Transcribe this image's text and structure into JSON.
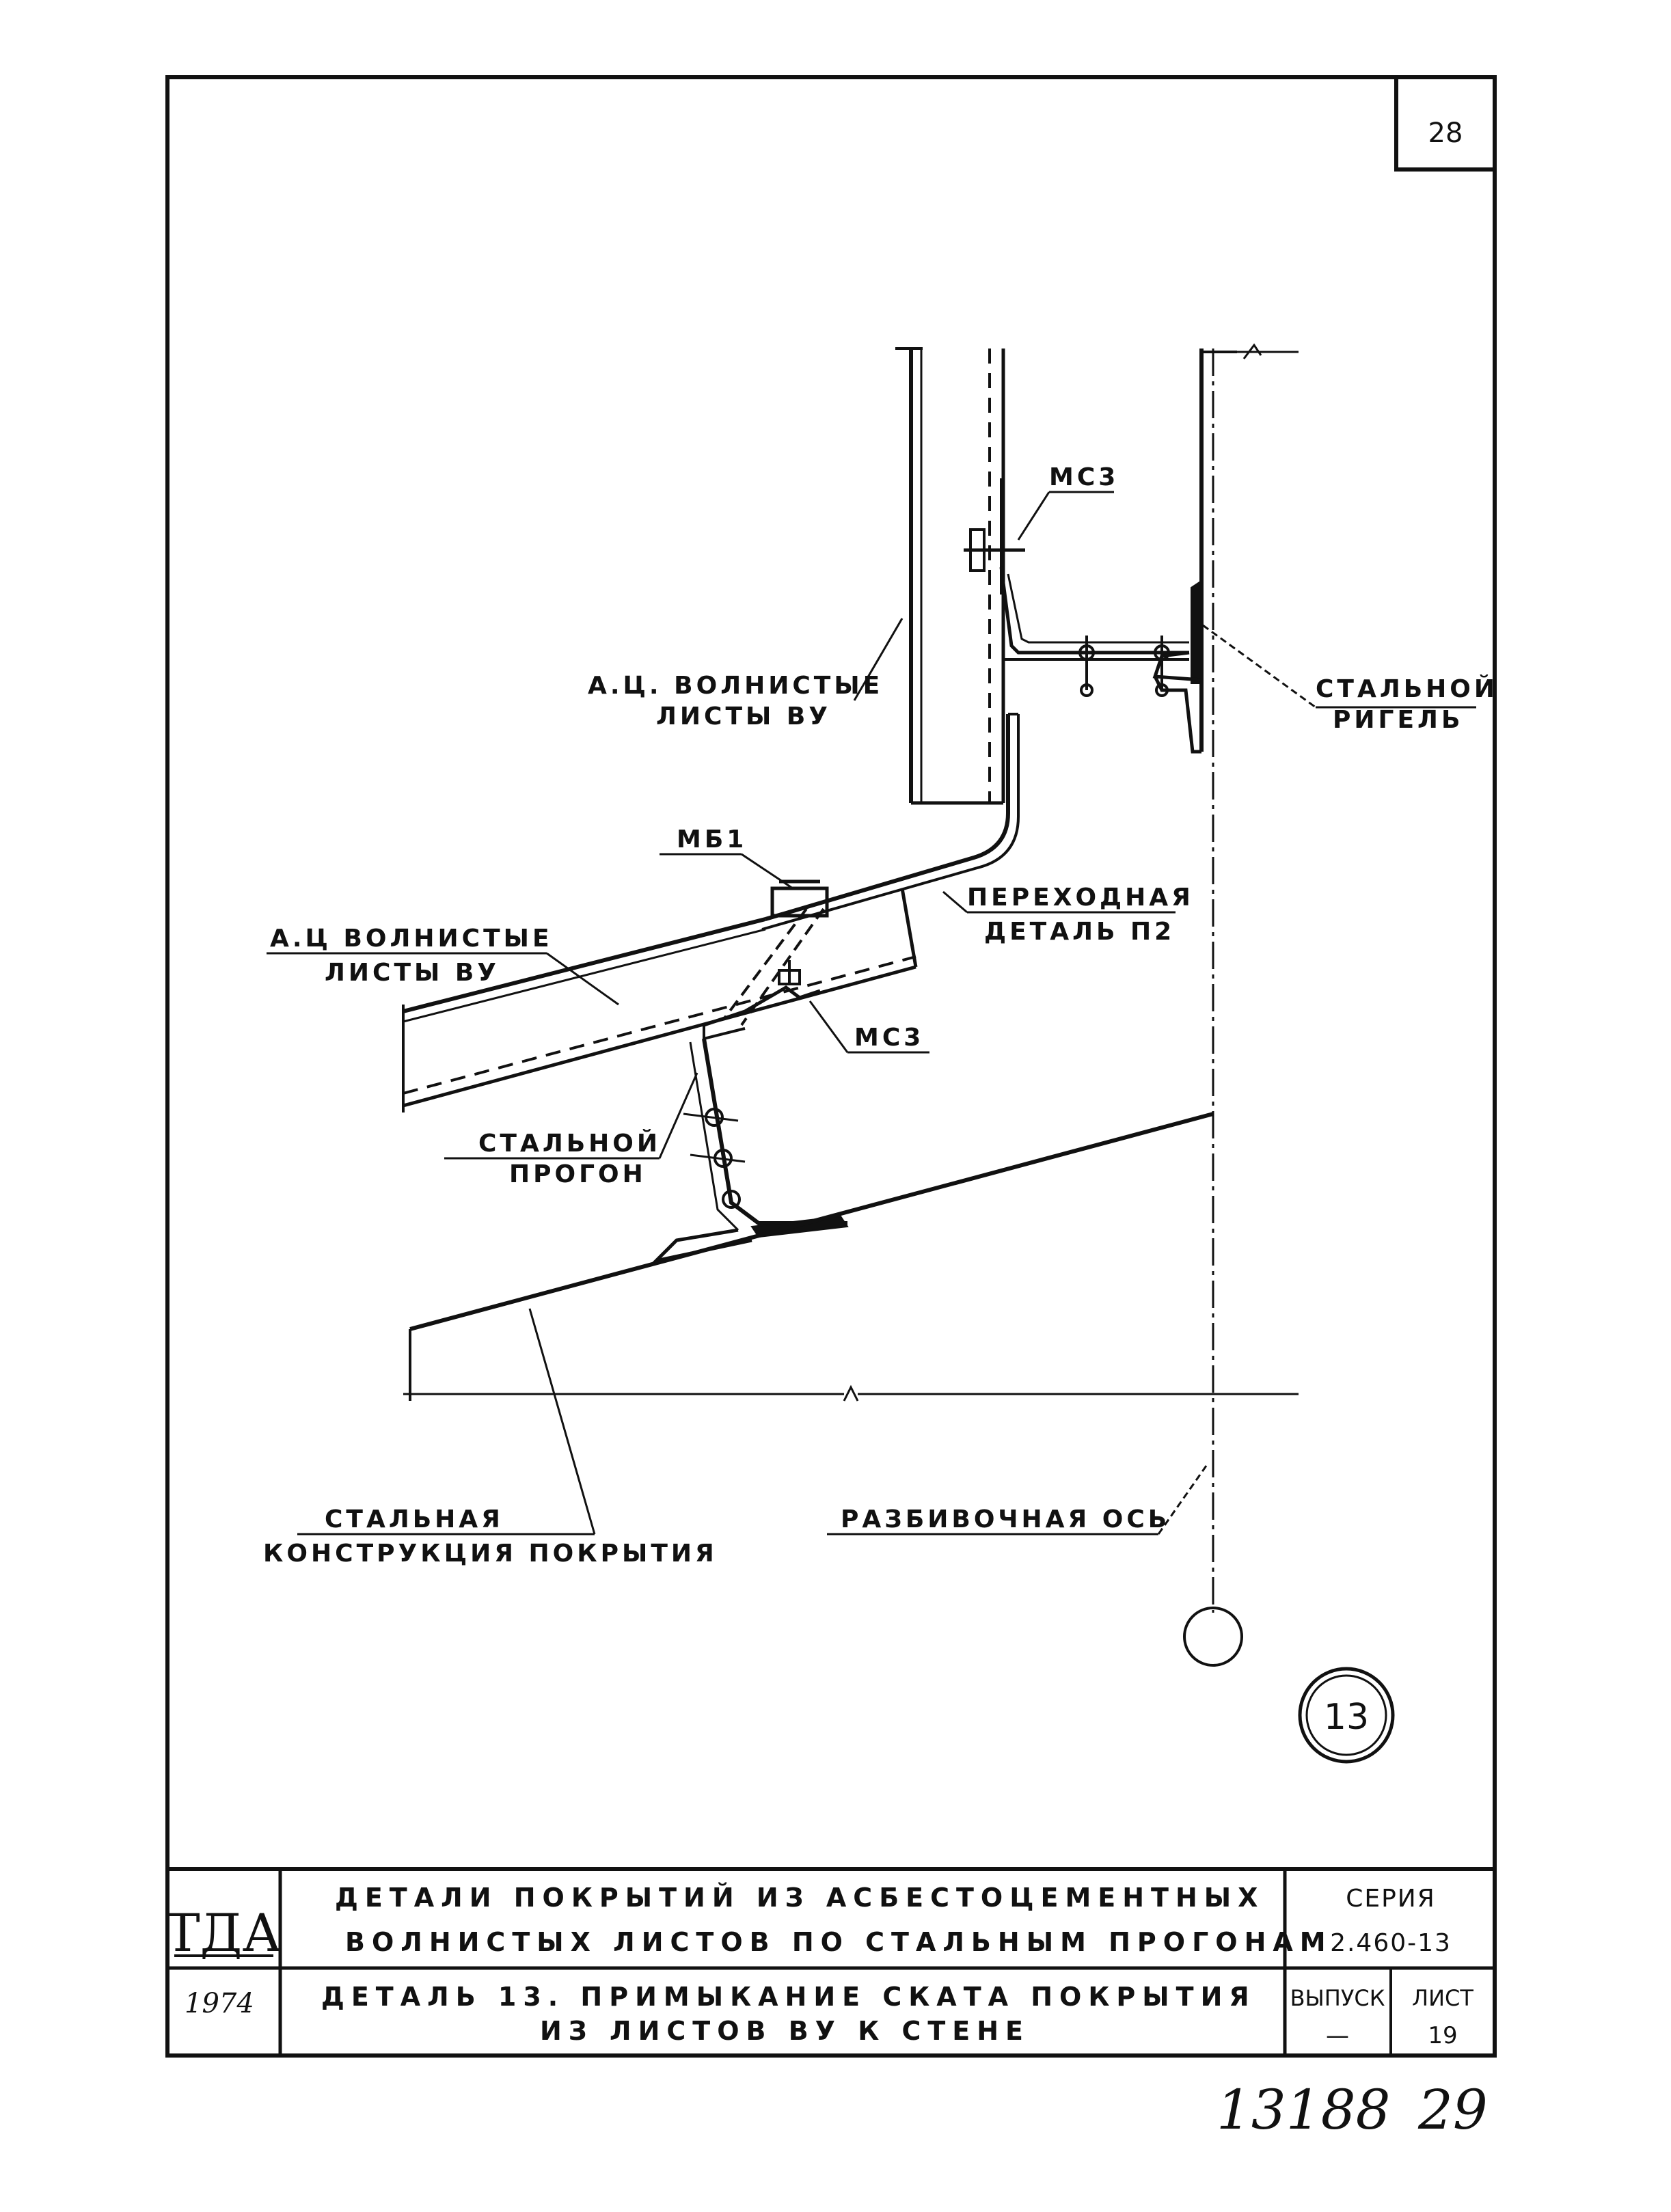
{
  "sheet_number": "28",
  "labels": {
    "mc3_top": "МС3",
    "vu_sheets_wall": [
      "А.Ц. ВОЛНИСТЫЕ",
      "ЛИСТЫ ВУ"
    ],
    "steel_girt": [
      "СТАЛЬНОЙ",
      "РИГЕЛЬ"
    ],
    "mb1": "МБ1",
    "vu_sheets_roof": [
      "А.Ц ВОЛНИСТЫЕ",
      "ЛИСТЫ ВУ"
    ],
    "transition_detail": [
      "ПЕРЕХОДНАЯ",
      "ДЕТАЛЬ П2"
    ],
    "mc3_bottom": "МС3",
    "steel_purlin": [
      "СТАЛЬНОЙ",
      "ПРОГОН"
    ],
    "steel_roof_structure": [
      "СТАЛЬНАЯ",
      "КОНСТРУКЦИЯ ПОКРЫТИЯ"
    ],
    "layout_axis": "РАЗБИВОЧНАЯ ОСЬ",
    "detail_number": "13"
  },
  "title_block": {
    "logo": "ТДА",
    "year": "1974",
    "title": [
      "ДЕТАЛИ ПОКРЫТИЙ ИЗ АСБЕСТОЦЕМЕНТНЫХ",
      "ВОЛНИСТЫХ ЛИСТОВ ПО СТАЛЬНЫМ ПРОГОНАМ"
    ],
    "detail_title": [
      "ДЕТАЛЬ 13.   ПРИМЫКАНИЕ СКАТА ПОКРЫТИЯ",
      "ИЗ ЛИСТОВ ВУ К СТЕНЕ"
    ],
    "series_label": "СЕРИЯ",
    "series_value": "2.460-13",
    "issue_label": "ВЫПУСК",
    "issue_value": "—",
    "sheet_label": "ЛИСТ",
    "sheet_value": "19"
  },
  "handwritten": [
    "13188",
    "29"
  ]
}
